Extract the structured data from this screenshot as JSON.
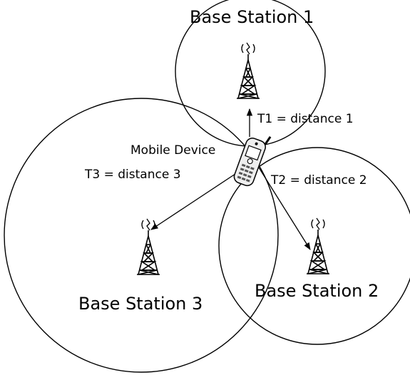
{
  "stations": [
    {
      "id": "bs1",
      "label": "Base Station 1"
    },
    {
      "id": "bs2",
      "label": "Base Station 2"
    },
    {
      "id": "bs3",
      "label": "Base Station 3"
    }
  ],
  "mobile": {
    "label": "Mobile Device"
  },
  "links": [
    {
      "label": "T1 = distance 1"
    },
    {
      "label": "T2 = distance 2"
    },
    {
      "label": "T3 = distance 3"
    }
  ]
}
